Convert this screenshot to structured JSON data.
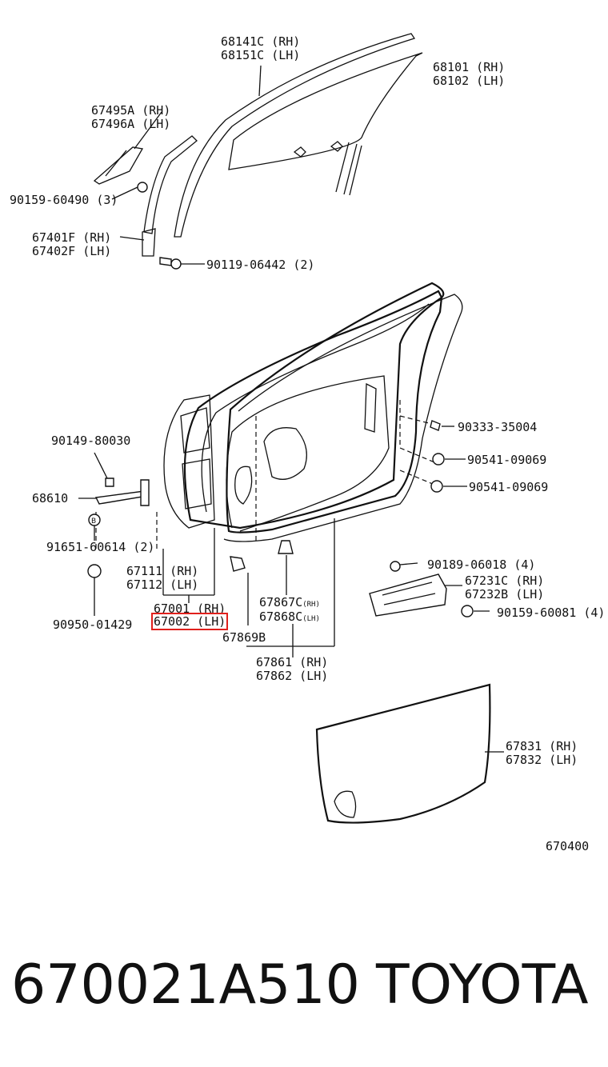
{
  "diagram_id": "670400",
  "footer": {
    "part_number": "670021A510",
    "brand": "TOYOTA"
  },
  "highlight_color": "#e0201c",
  "labels": {
    "frame_moulding": [
      "68141C (RH)",
      "68151C (LH)"
    ],
    "door_glass": [
      "68101 (RH)",
      "68102 (LH)"
    ],
    "corner_piece": [
      "67495A (RH)",
      "67496A (LH)"
    ],
    "corner_screw": "90159-60490 (3)",
    "rear_channel": [
      "67401F (RH)",
      "67402F (LH)"
    ],
    "channel_bolt": "90119-06442 (2)",
    "check_bolt": "90149-80030",
    "door_check": "68610",
    "check_plug": "91651-60614 (2)",
    "hinge_plug": "90950-01429",
    "inner_panel": [
      "67111 (RH)",
      "67112 (LH)"
    ],
    "door_panel_rh": "67001 (RH)",
    "door_panel_lh": "67002 (LH)",
    "clip_b": "67869B",
    "clip_c": [
      "67867C",
      "67868C"
    ],
    "clip_c_side": [
      "(RH)",
      "(LH)"
    ],
    "weatherstrip": [
      "67861 (RH)",
      "67862 (LH)"
    ],
    "cushion": "90333-35004",
    "plug_1": "90541-09069",
    "plug_2": "90541-09069",
    "bracket_screw": "90189-06018 (4)",
    "bracket": [
      "67231C (RH)",
      "67232B (LH)"
    ],
    "bracket_bolt": "90159-60081 (4)",
    "trim_board": [
      "67831 (RH)",
      "67832 (LH)"
    ]
  }
}
